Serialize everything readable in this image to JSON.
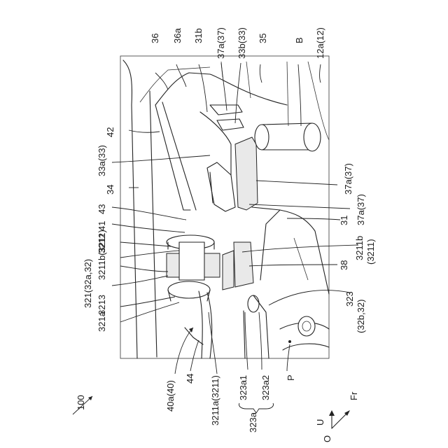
{
  "figure": {
    "ref_numeral": "100"
  },
  "labels": {
    "l36": "36",
    "l36a": "36a",
    "l31b": "31b",
    "l37a37_top": "37a(37)",
    "l33b33": "33b(33)",
    "l35": "35",
    "lB": "B",
    "l12a12": "12a(12)",
    "l42": "42",
    "l33a33": "33a(33)",
    "l34": "34",
    "l43": "43",
    "l41": "41",
    "l3212": "3212",
    "l3211b_left": "3211b(3211)",
    "l321": "321(32a,32)",
    "l3213": "3213",
    "l321a": "321a",
    "l40a40": "40a(40)",
    "l44": "44",
    "l3211a": "3211a(3211)",
    "l323a1": "323a1",
    "l323a2": "323a2",
    "l323a": "323a",
    "lP": "P",
    "l37a37_mid": "37a(37)",
    "l37a37_low": "37a(37)",
    "l31": "31",
    "l3211b_right": "3211b\n(3211)",
    "l3211b_right_1": "3211b",
    "l3211b_right_2": "(3211)",
    "l38": "38",
    "l323": "323",
    "l32b32": "(32b,32)"
  },
  "compass": {
    "up": "U",
    "front": "Fr",
    "origin": "O"
  }
}
